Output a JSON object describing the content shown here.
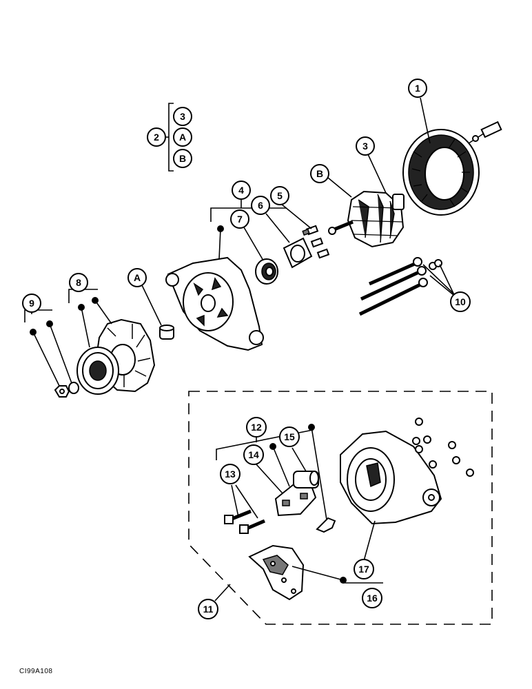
{
  "figure_code": "CI99A108",
  "callouts": {
    "c1": "1",
    "c2": "2",
    "c3_group": "3",
    "cA_group": "A",
    "cB_group": "B",
    "c3": "3",
    "cB": "B",
    "c4": "4",
    "c5": "5",
    "c6": "6",
    "c7": "7",
    "cA": "A",
    "c8": "8",
    "c9": "9",
    "c10": "10",
    "c11": "11",
    "c12": "12",
    "c13": "13",
    "c14": "14",
    "c15": "15",
    "c16": "16",
    "c17": "17"
  }
}
